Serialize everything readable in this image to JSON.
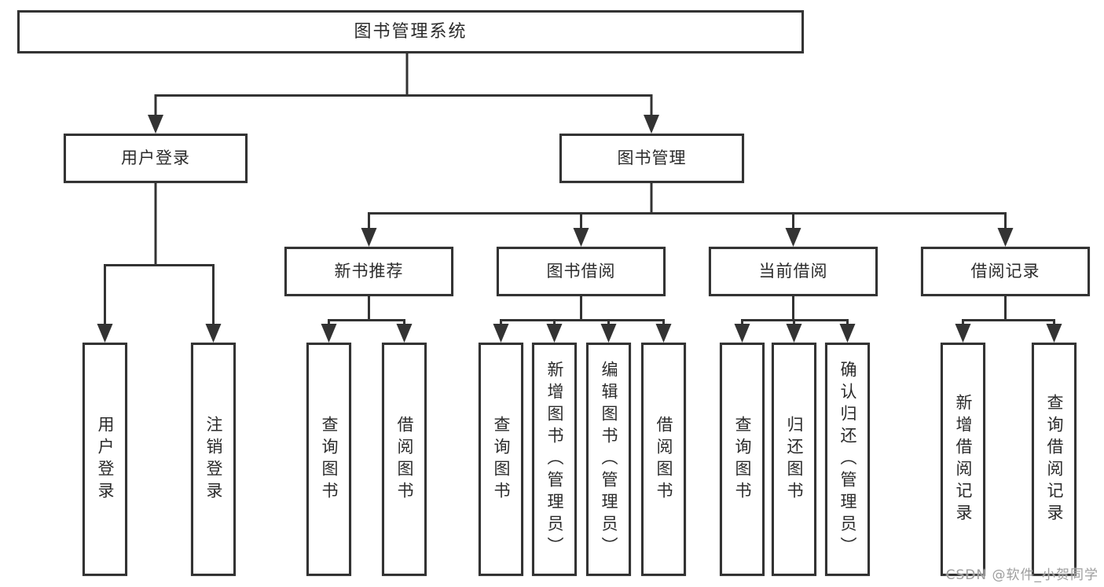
{
  "tree": {
    "label": "图书管理系统",
    "children": [
      {
        "label": "用户登录",
        "children": [
          {
            "label": "用户登录"
          },
          {
            "label": "注销登录"
          }
        ]
      },
      {
        "label": "图书管理",
        "children": [
          {
            "label": "新书推荐",
            "children": [
              {
                "label": "查询图书"
              },
              {
                "label": "借阅图书"
              }
            ]
          },
          {
            "label": "图书借阅",
            "children": [
              {
                "label": "查询图书"
              },
              {
                "label": "新增图书（管理员）"
              },
              {
                "label": "编辑图书（管理员）"
              },
              {
                "label": "借阅图书"
              }
            ]
          },
          {
            "label": "当前借阅",
            "children": [
              {
                "label": "查询图书"
              },
              {
                "label": "归还图书"
              },
              {
                "label": "确认归还（管理员）"
              }
            ]
          },
          {
            "label": "借阅记录",
            "children": [
              {
                "label": "新增借阅记录"
              },
              {
                "label": "查询借阅记录"
              }
            ]
          }
        ]
      }
    ]
  },
  "watermark": "CSDN @软件_小贺同学",
  "colors": {
    "line": "#333333",
    "text": "#2b2b2b",
    "background": "#ffffff",
    "watermark": "#9e9e9e"
  }
}
